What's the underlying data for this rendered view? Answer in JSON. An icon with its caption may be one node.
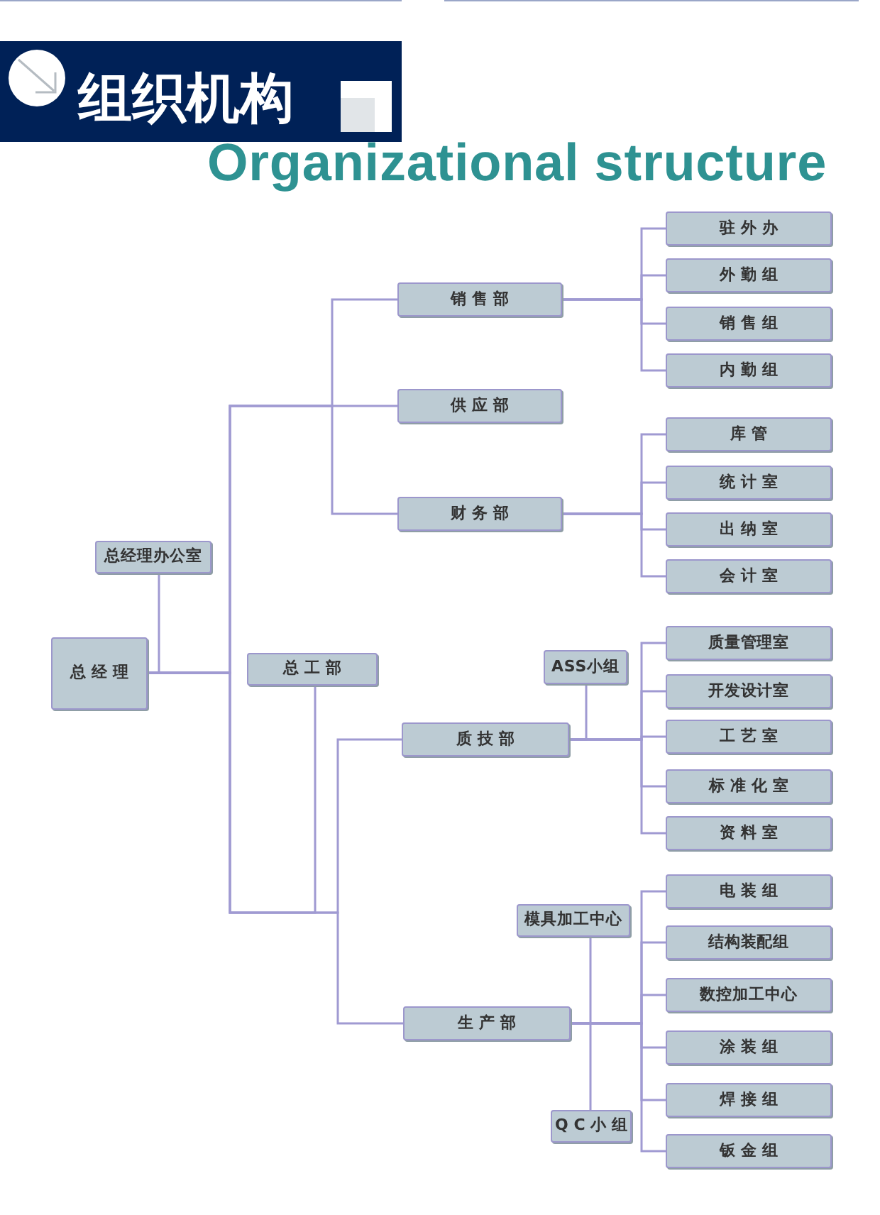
{
  "diagram": {
    "title": "组织机构",
    "nodes": [
      {
        "text": [
          "总经理"
        ]
      },
      {
        "text": [
          "总经理办公室"
        ]
      },
      {
        "text": [
          "销售部"
        ]
      },
      {
        "text": [
          "供应部"
        ]
      },
      {
        "text": [
          "财务部"
        ]
      },
      {
        "text": [
          "驻外办"
        ]
      },
      {
        "text": [
          "外勤组"
        ]
      },
      {
        "text": [
          "销售组"
        ]
      },
      {
        "text": [
          "内勤组"
        ]
      },
      {
        "text": [
          "库管"
        ]
      },
      {
        "text": [
          "统计室"
        ]
      },
      {
        "text": [
          "出纳室"
        ]
      },
      {
        "text": [
          "会计室"
        ]
      },
      {
        "text": [
          "总工部"
        ]
      },
      {
        "text": [
          "ASS小组"
        ]
      },
      {
        "text": [
          "质技部"
        ]
      },
      {
        "text": [
          "质量管理室"
        ]
      },
      {
        "text": [
          "开发设计室"
        ]
      },
      {
        "text": [
          "工艺室"
        ]
      },
      {
        "text": [
          "标准化室"
        ]
      },
      {
        "text": [
          "资料室"
        ]
      },
      {
        "text": [
          "模具加工中心"
        ]
      },
      {
        "text": [
          "生产部"
        ]
      },
      {
        "text": [
          "QC小组"
        ]
      },
      {
        "text": [
          "电装组"
        ]
      },
      {
        "text": [
          "结构装配组"
        ]
      },
      {
        "text": [
          "数控加工中心"
        ]
      },
      {
        "text": [
          "涂装组"
        ]
      },
      {
        "text": [
          "焊接组"
        ]
      },
      {
        "text": [
          "钣金组"
        ]
      }
    ],
    "edges": [
      {
        "from": 0,
        "to": 1,
        "arrow": "none"
      },
      {
        "from": 0,
        "to": 2,
        "arrow": "none"
      },
      {
        "from": 0,
        "to": 3,
        "arrow": "none"
      },
      {
        "from": 0,
        "to": 4,
        "arrow": "none"
      },
      {
        "from": 0,
        "to": 13,
        "arrow": "none"
      },
      {
        "from": 0,
        "to": 15,
        "arrow": "none"
      },
      {
        "from": 0,
        "to": 22,
        "arrow": "none"
      },
      {
        "from": 2,
        "to": 5,
        "arrow": "none"
      },
      {
        "from": 2,
        "to": 6,
        "arrow": "none"
      },
      {
        "from": 2,
        "to": 7,
        "arrow": "none"
      },
      {
        "from": 2,
        "to": 8,
        "arrow": "none"
      },
      {
        "from": 4,
        "to": 9,
        "arrow": "none"
      },
      {
        "from": 4,
        "to": 10,
        "arrow": "none"
      },
      {
        "from": 4,
        "to": 11,
        "arrow": "none"
      },
      {
        "from": 4,
        "to": 12,
        "arrow": "none"
      },
      {
        "from": 15,
        "to": 14,
        "arrow": "none"
      },
      {
        "from": 15,
        "to": 16,
        "arrow": "none"
      },
      {
        "from": 15,
        "to": 17,
        "arrow": "none"
      },
      {
        "from": 15,
        "to": 18,
        "arrow": "none"
      },
      {
        "from": 15,
        "to": 19,
        "arrow": "none"
      },
      {
        "from": 15,
        "to": 20,
        "arrow": "none"
      },
      {
        "from": 22,
        "to": 21,
        "arrow": "none"
      },
      {
        "from": 22,
        "to": 23,
        "arrow": "none"
      },
      {
        "from": 22,
        "to": 24,
        "arrow": "none"
      },
      {
        "from": 22,
        "to": 25,
        "arrow": "none"
      },
      {
        "from": 22,
        "to": 26,
        "arrow": "none"
      },
      {
        "from": 22,
        "to": 27,
        "arrow": "none"
      },
      {
        "from": 22,
        "to": 28,
        "arrow": "none"
      },
      {
        "from": 22,
        "to": 29,
        "arrow": "none"
      }
    ],
    "labels": [
      "Organizational structure"
    ]
  }
}
